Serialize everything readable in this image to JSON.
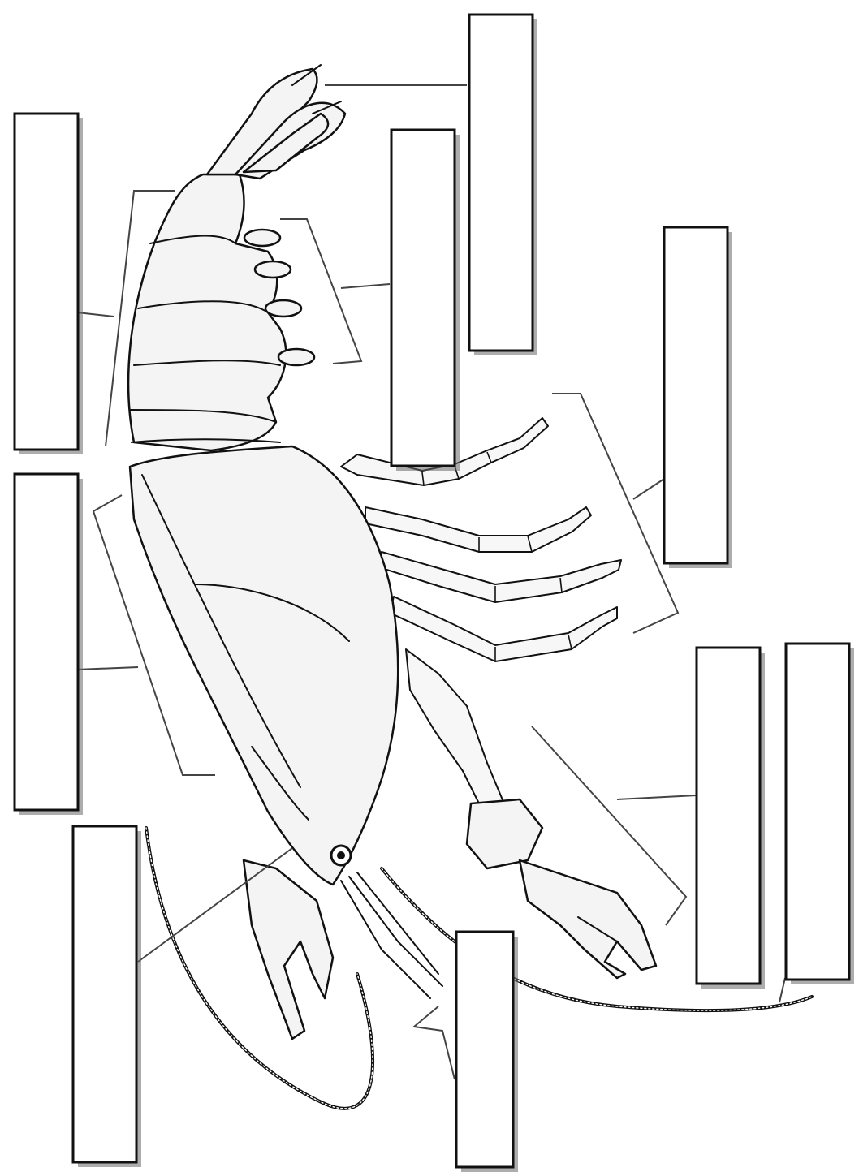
{
  "figure": {
    "subject": "crayfish-external-anatomy",
    "label_boxes": [
      {
        "id": "abdomen-segments",
        "text": ""
      },
      {
        "id": "telson-uropods",
        "text": ""
      },
      {
        "id": "swimmerets",
        "text": ""
      },
      {
        "id": "carapace",
        "text": ""
      },
      {
        "id": "walking-legs",
        "text": ""
      },
      {
        "id": "cheliped",
        "text": ""
      },
      {
        "id": "antenna",
        "text": ""
      },
      {
        "id": "claw",
        "text": ""
      },
      {
        "id": "antennules",
        "text": ""
      }
    ]
  }
}
